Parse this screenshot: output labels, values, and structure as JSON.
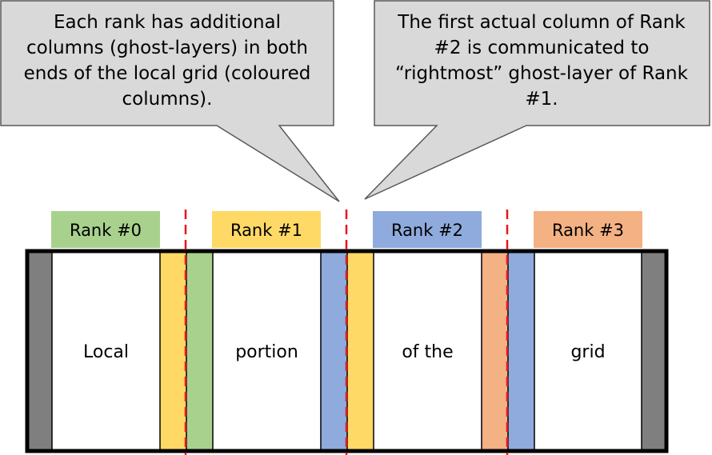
{
  "callouts": {
    "left": {
      "lines": [
        "Each rank has additional",
        "columns (ghost-layers) in both",
        "ends of the local grid (coloured",
        "columns)."
      ]
    },
    "right": {
      "lines": [
        "The first actual column of Rank",
        "#2 is communicated to",
        "“rightmost” ghost-layer of Rank",
        "#1."
      ]
    }
  },
  "ranks": [
    {
      "label": "Rank #0",
      "color": "#a9d18e"
    },
    {
      "label": "Rank #1",
      "color": "#ffd966"
    },
    {
      "label": "Rank #2",
      "color": "#8faadc"
    },
    {
      "label": "Rank #3",
      "color": "#f4b183"
    }
  ],
  "grid_words": [
    "Local",
    "portion",
    "of the",
    "grid"
  ],
  "colors": {
    "callout_fill": "#d9d9d9",
    "callout_stroke": "#595959",
    "boundary": "#7f7f7f",
    "divider": "#e8161b"
  }
}
